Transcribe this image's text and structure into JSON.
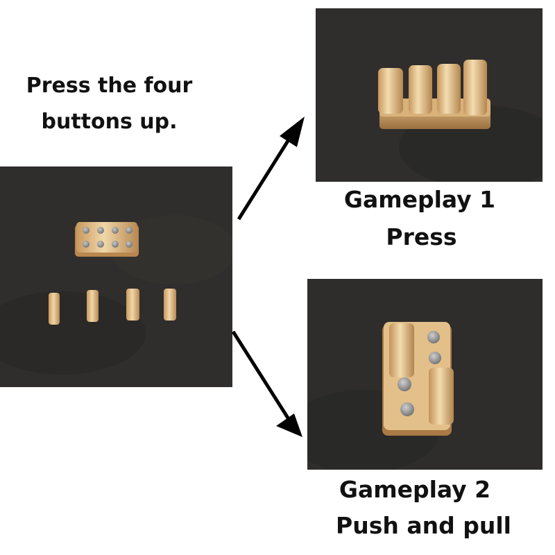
{
  "instruction": {
    "line1": "Press the four",
    "line2": "buttons up."
  },
  "gameplay1": {
    "title": "Gameplay 1",
    "subtitle": "Press"
  },
  "gameplay2": {
    "title": "Gameplay 2",
    "subtitle": "Push and pull"
  },
  "colors": {
    "background": "#ffffff",
    "surface": "#2f2d2b",
    "gold": "#e2c08a",
    "gold_dark": "#b98a55",
    "magnet": "#8e8e8e",
    "text": "#111111",
    "arrow": "#000000"
  }
}
